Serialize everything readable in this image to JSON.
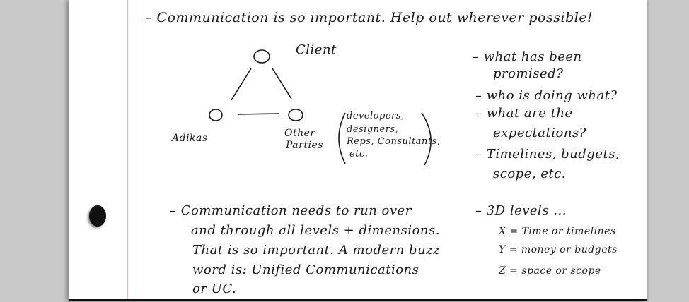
{
  "note": {
    "heading": "– Communication is so important. Help out wherever possible!",
    "diagram": {
      "client": "Client",
      "adikas": "Adikas",
      "other_parties": [
        "Other",
        "Parties"
      ],
      "parties_examples": [
        "developers,",
        "designers,",
        "Reps, Consultants,",
        "etc."
      ]
    },
    "questions": [
      "– what has been",
      "promised?",
      "– who is doing what?",
      "– what are the",
      "expectations?",
      "– Timelines, budgets,",
      "scope, etc."
    ],
    "communication_paragraph": [
      "– Communication needs to run over",
      "and through all levels + dimensions.",
      "That is so important. A modern buzz",
      "word is: Unified Communications",
      "or UC."
    ],
    "levels": {
      "title": "– 3D levels ...",
      "items": [
        "X = Time or timelines",
        "Y = money or budgets",
        "Z = space or scope"
      ]
    }
  }
}
